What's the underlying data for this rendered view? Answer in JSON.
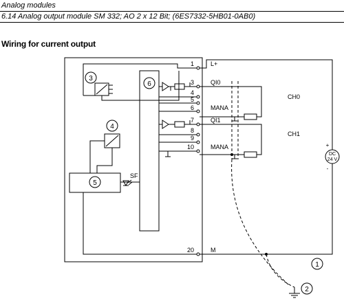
{
  "header": {
    "section": "Analog modules",
    "subsection": "6.14 Analog output module SM 332; AO 2 x 12 Bit; (6ES7332-5HB01-0AB0)"
  },
  "title": "Wiring for current output",
  "terminals": {
    "t1": "1",
    "t3": "3",
    "t4": "4",
    "t5": "5",
    "t6": "6",
    "t7": "7",
    "t8": "8",
    "t9": "9",
    "t10": "10",
    "t20": "20"
  },
  "signals": {
    "lplus": "L+",
    "qi0": "QI0",
    "mana1": "MANA",
    "qi1": "QI1",
    "mana2": "MANA",
    "m": "M"
  },
  "channels": {
    "ch0": "CH0",
    "ch1": "CH1"
  },
  "callouts": {
    "c1": "1",
    "c2": "2",
    "c3": "3",
    "c4": "4",
    "c5": "5",
    "c6": "6"
  },
  "indicators": {
    "sf": "SF"
  },
  "power_supply": {
    "line1": "DC",
    "line2": "24 V",
    "plus": "+",
    "minus": "-"
  }
}
